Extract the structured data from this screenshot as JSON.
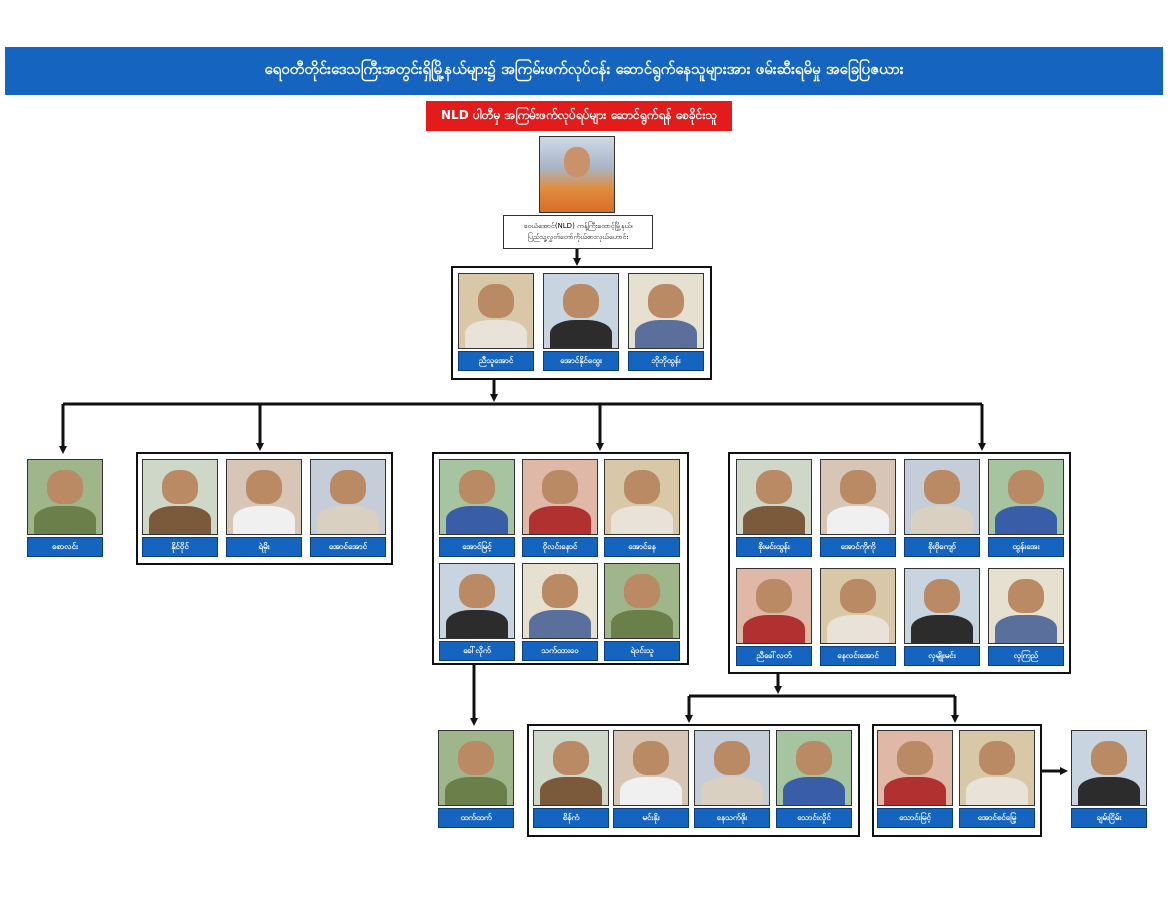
{
  "banner": {
    "title": "ရေ၀တီတိုင်းဒေသကြီးအတွင်းရှိမြို့နယ်များ၌ အကြမ်းဖက်လုပ်ငန်း ဆောင်ရွက်နေသူများအား ဖမ်းဆီးရမိမှု အခြေပြဇယား"
  },
  "leader": {
    "heading": "NLD ပါတီမှ အကြမ်းဖက်လုပ်ရပ်များ ဆောင်ရွက်ရန် စေခိုင်းသူ",
    "caption_line1": "ဝေယံအောင်(NLD)  ကန့်ကြီးထောင့်မြို့နယ်၊",
    "caption_line2": "ပြည်သူ့လွှတ်တော်ကိုယ်စားလှယ်ဟောင်း"
  },
  "colors": {
    "banner": "#1565c0",
    "label": "#1565c0",
    "redbox": "#e41b1b"
  },
  "people": [
    {
      "name": "ညီသူအောင်"
    },
    {
      "name": "အောင်နိုင်ထွေး"
    },
    {
      "name": "ဘိုဘိုထွန်း"
    },
    {
      "name": "စောလင်း"
    },
    {
      "name": "နိုင်ဝိုင်"
    },
    {
      "name": "ရဲမိုး"
    },
    {
      "name": "အောင်အောင်"
    },
    {
      "name": "အောင်မြင့်"
    },
    {
      "name": "ဝိုလင်းနောင်"
    },
    {
      "name": "အောင်နေ"
    },
    {
      "name": "ခေါ်လိုက်"
    },
    {
      "name": "သက်ထားဝေ"
    },
    {
      "name": "ရဲဝင်းသူ"
    },
    {
      "name": "စိုးမင်းထွန်း"
    },
    {
      "name": "အောင်ကိုကို"
    },
    {
      "name": "စိုးဗိုကျော်"
    },
    {
      "name": "ထွန်းအေး"
    },
    {
      "name": "ညီခေါ်လတ်"
    },
    {
      "name": "နေလင်းအောင်"
    },
    {
      "name": "လှမျိုးမင်း"
    },
    {
      "name": "လှကြည်"
    },
    {
      "name": "ထက်ထက်"
    },
    {
      "name": "စိန်ကံ"
    },
    {
      "name": "မင်းနိုး"
    },
    {
      "name": "နေသက်ဖိုး"
    },
    {
      "name": "သောင်းလှိုင်"
    },
    {
      "name": "သောင်းမြင့်"
    },
    {
      "name": "အောင်စင်မြေ့"
    },
    {
      "name": "ချမ်းငြိမ်း"
    }
  ]
}
